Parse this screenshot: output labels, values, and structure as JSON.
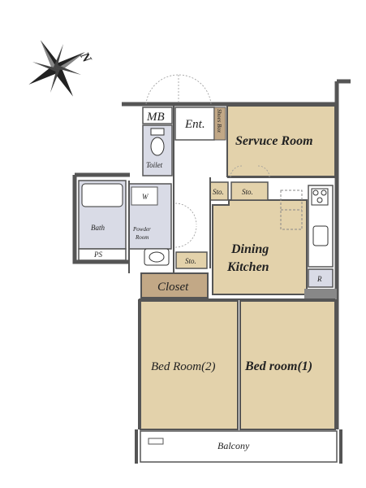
{
  "compass": {
    "label": "N",
    "icon": "compass-rose-icon"
  },
  "rooms": {
    "mb": "MB",
    "entrance": "Ent.",
    "shoes_box": "Shoes Box",
    "service_room": "Servuce Room",
    "toilet": "Toilet",
    "storage_a": "Sto.",
    "storage_b": "Sto.",
    "storage_c": "Sto.",
    "washer": "W",
    "bath": "Bath",
    "powder_room_line1": "Powder",
    "powder_room_line2": "Room",
    "ps": "PS",
    "dining_line1": "Dining",
    "dining_line2": "Kitchen",
    "refrigerator": "R",
    "closet": "Closet",
    "bedroom2": "Bed Room(2)",
    "bedroom1": "Bed room(1)",
    "balcony": "Balcony"
  },
  "colors": {
    "room_fill": "#e3d2ab",
    "wet_fill": "#d9dbe6",
    "closet_fill": "#c2a886",
    "wall": "#555555",
    "balcony_fill": "#ffffff"
  }
}
